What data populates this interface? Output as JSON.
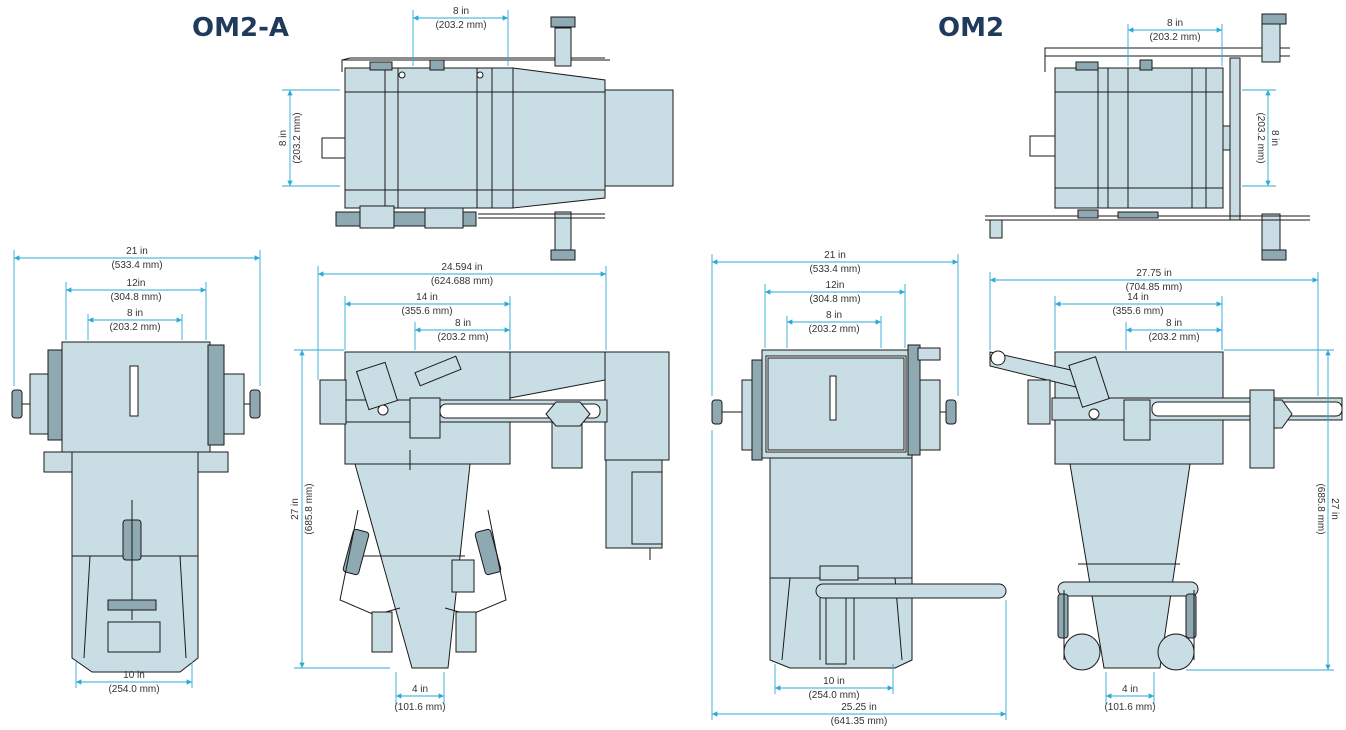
{
  "titles": {
    "left": "OM2-A",
    "right": "OM2"
  },
  "dimensions": {
    "a_top_width": [
      "8 in",
      "(203.2 mm)"
    ],
    "a_top_height": [
      "8 in",
      "(203.2 mm)"
    ],
    "a_front_overall": [
      "21 in",
      "(533.4 mm)"
    ],
    "a_front_12": [
      "12in",
      "(304.8 mm)"
    ],
    "a_front_8": [
      "8 in",
      "(203.2 mm)"
    ],
    "a_front_bottom": [
      "10 in",
      "(254.0 mm)"
    ],
    "a_side_overall": [
      "24.594 in",
      "(624.688 mm)"
    ],
    "a_side_14": [
      "14 in",
      "(355.6 mm)"
    ],
    "a_side_8": [
      "8 in",
      "(203.2 mm)"
    ],
    "a_side_height": [
      "27 in",
      "(685.8 mm)"
    ],
    "a_side_bottom": [
      "4 in",
      "(101.6 mm)"
    ],
    "b_top_width": [
      "8 in",
      "(203.2 mm)"
    ],
    "b_top_height": [
      "8 in",
      "(203.2 mm)"
    ],
    "b_front_overall": [
      "21 in",
      "(533.4 mm)"
    ],
    "b_front_12": [
      "12in",
      "(304.8 mm)"
    ],
    "b_front_8": [
      "8 in",
      "(203.2 mm)"
    ],
    "b_front_bottom": [
      "10 in",
      "(254.0 mm)"
    ],
    "b_front_arm": [
      "25.25 in",
      "(641.35 mm)"
    ],
    "b_side_overall": [
      "27.75 in",
      "(704.85 mm)"
    ],
    "b_side_14": [
      "14 in",
      "(355.6 mm)"
    ],
    "b_side_8": [
      "8 in",
      "(203.2 mm)"
    ],
    "b_side_height": [
      "27 in",
      "(685.8 mm)"
    ],
    "b_side_bottom": [
      "4 in",
      "(101.6 mm)"
    ]
  },
  "colors": {
    "dimension_line": "#2ea8d6",
    "machine_body": "#c9dde4",
    "title": "#1f3a5c"
  }
}
